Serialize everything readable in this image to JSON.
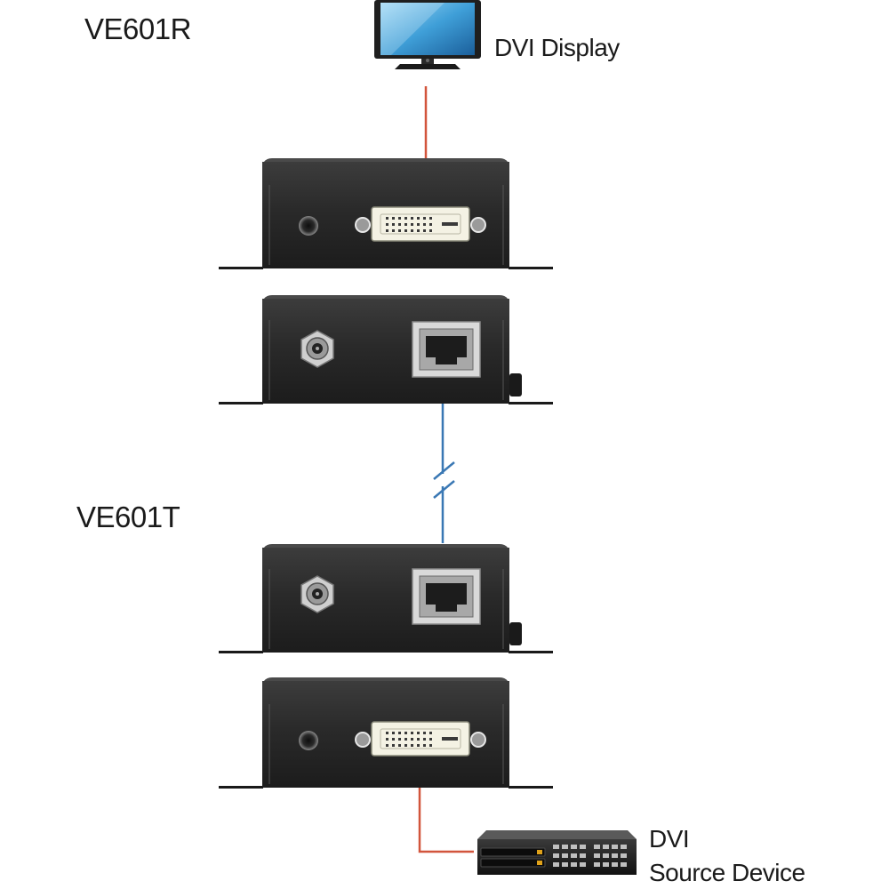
{
  "receiver": {
    "model": "VE601R"
  },
  "transmitter": {
    "model": "VE601T"
  },
  "display": {
    "label": "DVI Display"
  },
  "source": {
    "label_line1": "DVI",
    "label_line2": "Source Device"
  },
  "colors": {
    "video_cable": "#d2553c",
    "network_cable": "#3a78b4",
    "unit_body": "#2b2b2b",
    "unit_body_light": "#4a4a4a",
    "dvi_port": "#f4f2e4"
  },
  "icons": [
    "monitor-icon",
    "dvi-port-icon",
    "rj45-port-icon",
    "power-jack-icon",
    "source-device-icon",
    "cable-break-icon"
  ]
}
